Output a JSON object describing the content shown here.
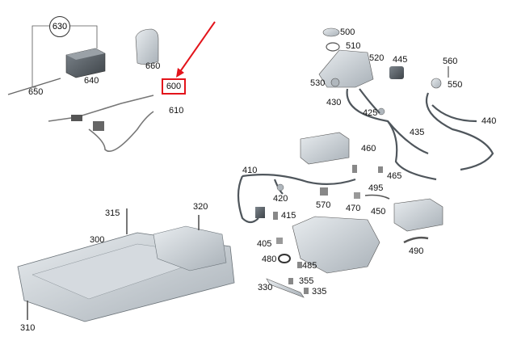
{
  "highlight_color": "#e3141b",
  "part_color": "#c9cfd4",
  "labels": {
    "p630": "630",
    "p640": "640",
    "p650": "650",
    "p660": "660",
    "p600": "600",
    "p610": "610",
    "p500": "500",
    "p510": "510",
    "p520": "520",
    "p445": "445",
    "p560": "560",
    "p530": "530",
    "p550": "550",
    "p430": "430",
    "p425": "425",
    "p440": "440",
    "p435": "435",
    "p460": "460",
    "p465": "465",
    "p410": "410",
    "p495": "495",
    "p420": "420",
    "p570": "570",
    "p470": "470",
    "p450": "450",
    "p315": "315",
    "p320": "320",
    "p415": "415",
    "p300": "300",
    "p405": "405",
    "p490": "490",
    "p480": "480",
    "p485": "485",
    "p330": "330",
    "p355": "355",
    "p335": "335",
    "p310": "310"
  }
}
